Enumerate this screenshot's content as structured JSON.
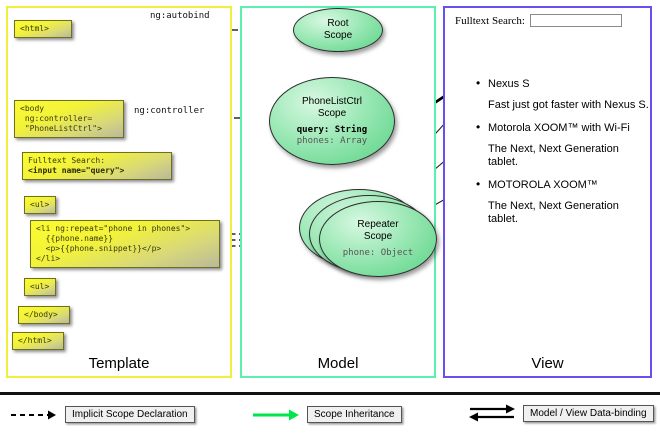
{
  "panels": {
    "template": {
      "label": "Template"
    },
    "model": {
      "label": "Model"
    },
    "view": {
      "label": "View"
    }
  },
  "template_boxes": [
    {
      "name": "html-open",
      "code": "<html>"
    },
    {
      "name": "body-open",
      "code": "<body\n ng:controller=\n \"PhoneListCtrl\">"
    },
    {
      "name": "search",
      "line1": "Fulltext Search:",
      "line2": "<input name=\"query\">"
    },
    {
      "name": "ul-open",
      "code": "<ul>"
    },
    {
      "name": "li-repeat",
      "code": "<li ng:repeat=\"phone in phones\">\n  {{phone.name}}\n  <p>{{phone.snippet}}</p>\n</li>"
    },
    {
      "name": "ul-close",
      "code": "<ul>"
    },
    {
      "name": "body-close",
      "code": "</body>"
    },
    {
      "name": "html-close",
      "code": "</html>"
    }
  ],
  "edge_labels": {
    "autobind": "ng:autobind",
    "controller": "ng:controller",
    "repeat": "ng:repeat"
  },
  "scopes": {
    "root": {
      "name": "Root\nScope",
      "line1": "Root",
      "line2": "Scope"
    },
    "ctrl": {
      "line1": "PhoneListCtrl",
      "line2": "Scope",
      "field_query": "query: String",
      "field_phones": "phones: Array"
    },
    "repeater": {
      "line1": "Repeater",
      "line2": "Scope",
      "field_phone": "phone: Object"
    }
  },
  "view": {
    "search_label": "Fulltext Search:",
    "search_value": "",
    "search_placeholder": "",
    "items": [
      {
        "title": "Nexus S",
        "snippet": "Fast just got faster with Nexus S."
      },
      {
        "title": "Motorola XOOM™  with Wi-Fi",
        "snippet": "The Next, Next Generation tablet."
      },
      {
        "title": "MOTOROLA XOOM™",
        "snippet": "The Next, Next Generation tablet."
      }
    ]
  },
  "legend": [
    {
      "name": "implicit-scope-declaration",
      "label": "Implicit Scope Declaration",
      "style": "dashed-arrow",
      "color": "#000000"
    },
    {
      "name": "scope-inheritance",
      "label": "Scope Inheritance",
      "style": "green-arrow",
      "color": "#00e64d"
    },
    {
      "name": "model-view-data-binding",
      "label": "Model / View Data-binding",
      "style": "double-arrow",
      "color": "#000000"
    }
  ],
  "colors": {
    "template_border": "#f2ef3a",
    "model_border": "#5bf0ad",
    "view_border": "#6a4ff0",
    "inheritance_green": "#00e64d",
    "code_yellow": "#f2f23a"
  }
}
